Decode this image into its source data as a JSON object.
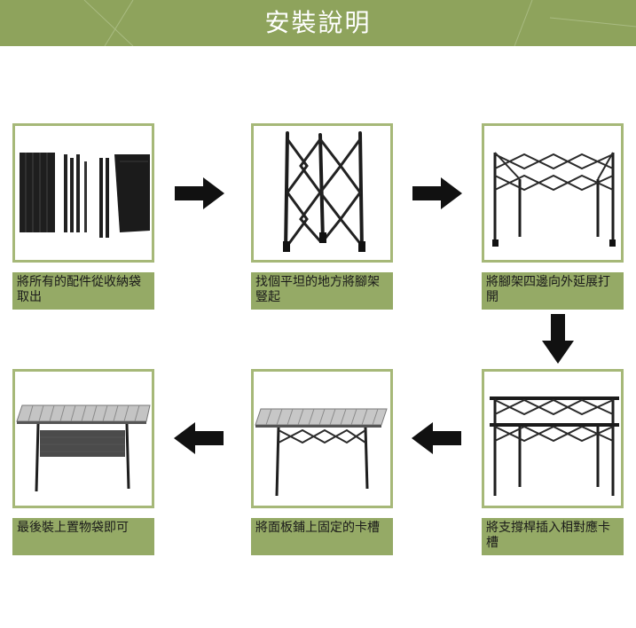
{
  "header": {
    "title": "安裝說明"
  },
  "steps": [
    {
      "caption": "將所有的配件從收納袋取出"
    },
    {
      "caption": "找個平坦的地方將腳架豎起"
    },
    {
      "caption": "將腳架四邊向外延展打開"
    },
    {
      "caption": "將支撐桿插入相對應卡槽"
    },
    {
      "caption": "將面板鋪上固定的卡槽"
    },
    {
      "caption": "最後裝上置物袋即可"
    }
  ],
  "colors": {
    "accent": "#8ea35c",
    "border": "#a6b878",
    "caption_bg": "#95aa66"
  }
}
